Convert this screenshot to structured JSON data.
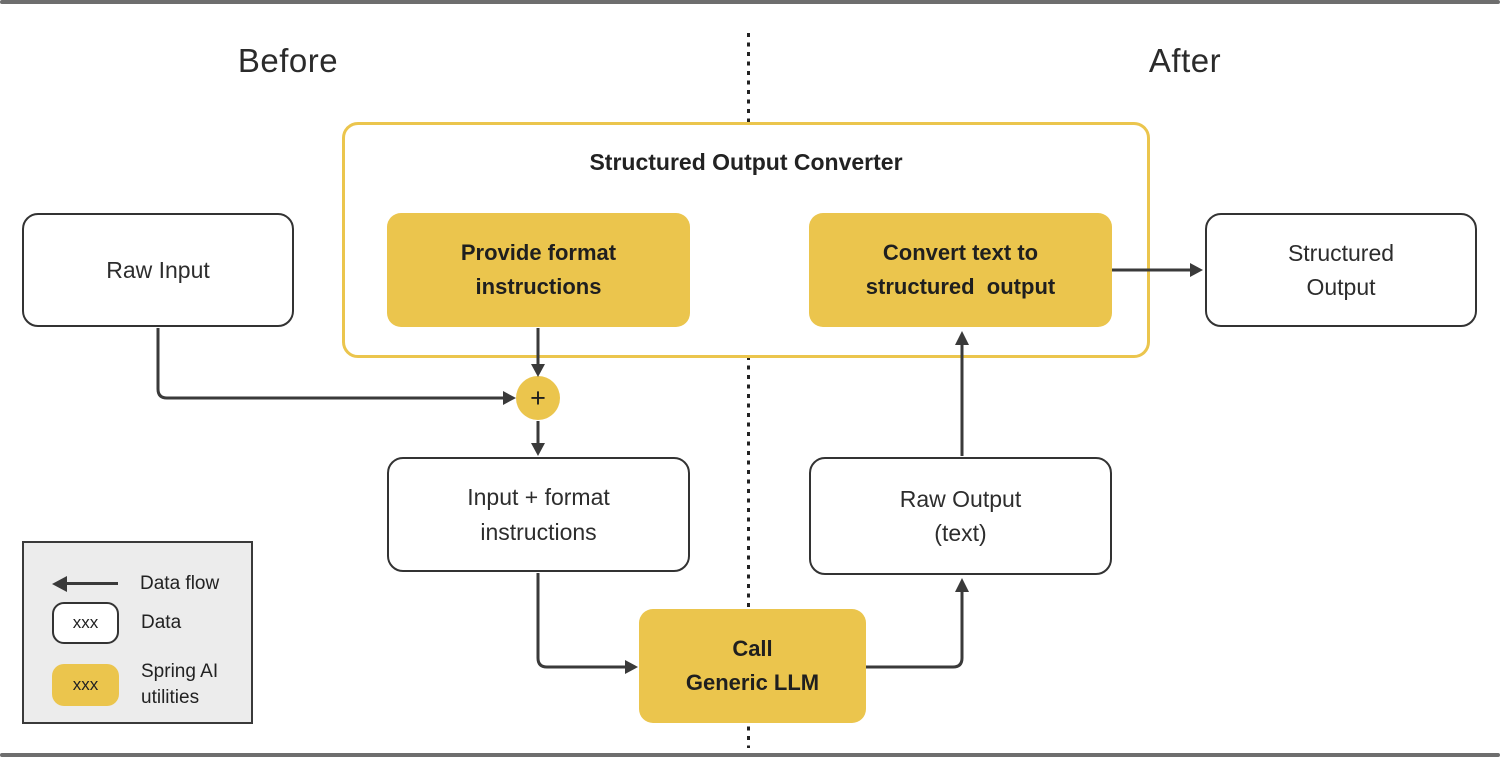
{
  "frame": {
    "before_label": "Before",
    "after_label": "After"
  },
  "converter": {
    "title": "Structured Output Converter"
  },
  "nodes": {
    "raw_input": "Raw Input",
    "provide_format": "Provide format\ninstructions",
    "convert_text": "Convert text to\nstructured  output",
    "structured_output": "Structured\nOutput",
    "plus": "+",
    "input_format": "Input + format\ninstructions",
    "raw_output": "Raw Output\n(text)",
    "call_llm": "Call\nGeneric LLM"
  },
  "legend": {
    "data_flow_label": "Data flow",
    "data_label": "Data",
    "spring_ai_label": "Spring AI\nutilities",
    "chip_text": "xxx"
  },
  "colors": {
    "yellow": "#EBC54D",
    "stroke": "#3A3A3A",
    "legend_bg": "#ECECEC"
  }
}
